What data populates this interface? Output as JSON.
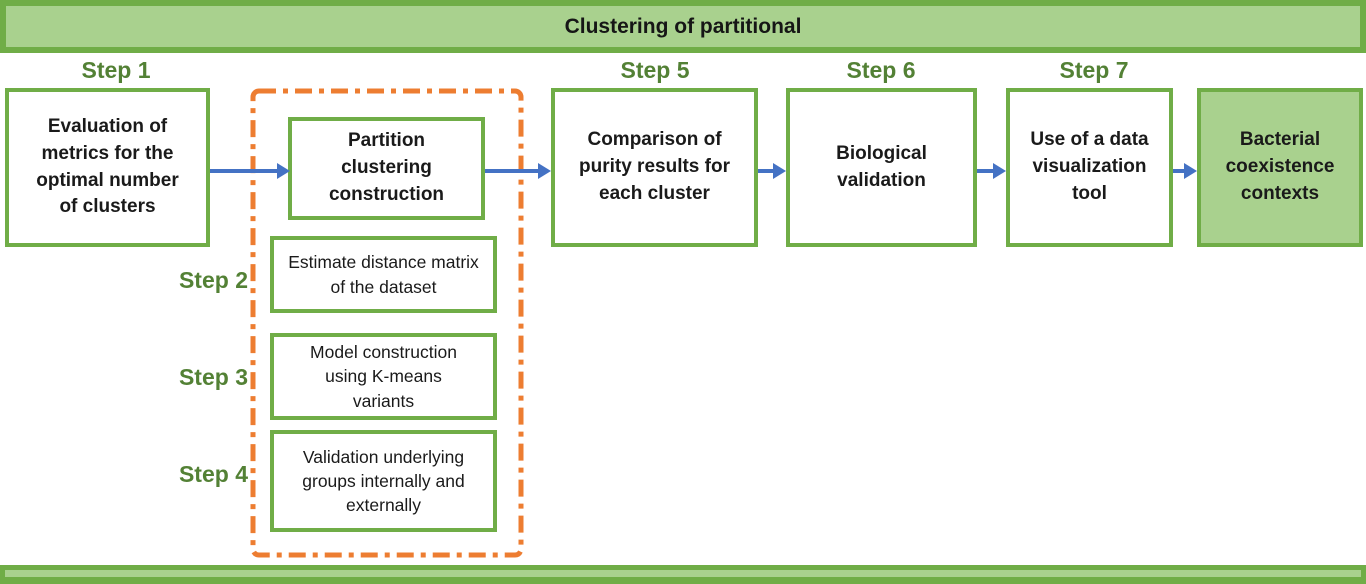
{
  "banner": {
    "title": "Clustering of partitional"
  },
  "colors": {
    "green_border": "#70ad47",
    "green_fill": "#a9d18e",
    "label_green": "#538135",
    "orange": "#ed7d31",
    "blue": "#4472c4",
    "ink": "#1a1a1a"
  },
  "step_labels": {
    "step1": "Step 1",
    "step2": "Step 2",
    "step3": "Step 3",
    "step4": "Step 4",
    "step5": "Step 5",
    "step6": "Step 6",
    "step7": "Step 7"
  },
  "nodes": {
    "step1": "Evaluation of metrics for the optimal number of clusters",
    "partition": "Partition clustering construction",
    "step2": "Estimate distance matrix of the dataset",
    "step3": "Model construction using K-means variants",
    "step4": "Validation underlying groups internally and externally",
    "step5": "Comparison of purity results for each cluster",
    "step6": "Biological validation",
    "step7": "Use of a data visualization tool",
    "final": "Bacterial coexistence contexts"
  }
}
